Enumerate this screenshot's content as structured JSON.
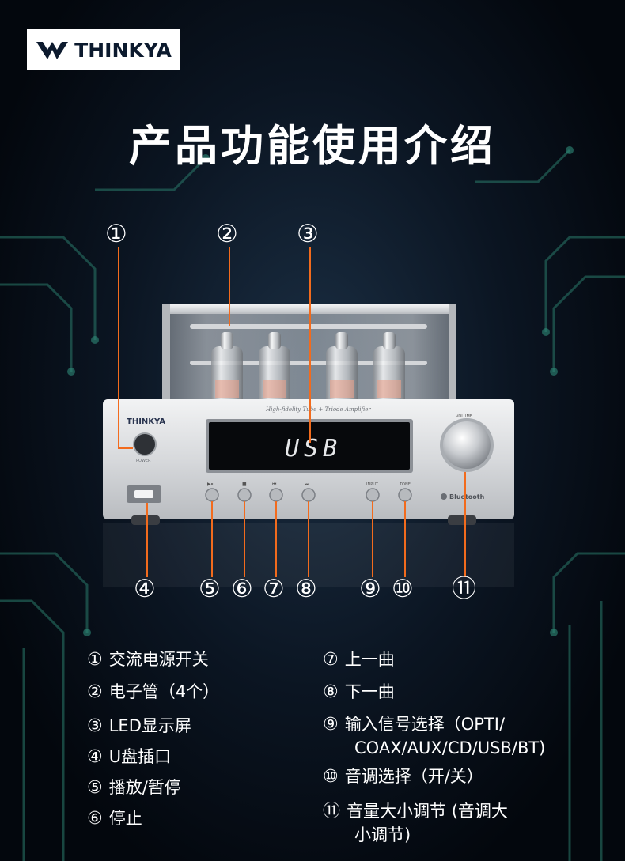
{
  "brand": {
    "name": "THINKYA"
  },
  "title": "产品功能使用介绍",
  "device": {
    "brand": "THINKYA",
    "subtitle": "High-fidelity Tube + Triode Amplifier",
    "display_text": "USB",
    "power_label": "POWER",
    "volume_label": "VOLUME",
    "input_label": "INPUT",
    "tone_label": "TONE",
    "bluetooth_label": "Bluetooth"
  },
  "callouts": {
    "n1": "①",
    "n2": "②",
    "n3": "③",
    "n4": "④",
    "n5": "⑤",
    "n6": "⑥",
    "n7": "⑦",
    "n8": "⑧",
    "n9": "⑨",
    "n10": "⑩",
    "n11": "⑪"
  },
  "legend": {
    "items": [
      {
        "num": "①",
        "text": "交流电源开关"
      },
      {
        "num": "②",
        "text": "电子管（4个）"
      },
      {
        "num": "③",
        "text": "LED显示屏"
      },
      {
        "num": "④",
        "text": "U盘插口"
      },
      {
        "num": "⑤",
        "text": "播放/暂停"
      },
      {
        "num": "⑥",
        "text": "停止"
      },
      {
        "num": "⑦",
        "text": "上一曲"
      },
      {
        "num": "⑧",
        "text": "下一曲"
      },
      {
        "num": "⑨",
        "text": "输入信号选择（OPTI/",
        "text2": "COAX/AUX/CD/USB/BT)"
      },
      {
        "num": "⑩",
        "text": "音调选择（开/关）"
      },
      {
        "num": "⑪",
        "text": "音量大小调节 (音调大",
        "text2": "小调节)"
      }
    ]
  },
  "colors": {
    "accent": "#f26b1d",
    "background": "#050a12",
    "panel": "#d8dadd"
  }
}
